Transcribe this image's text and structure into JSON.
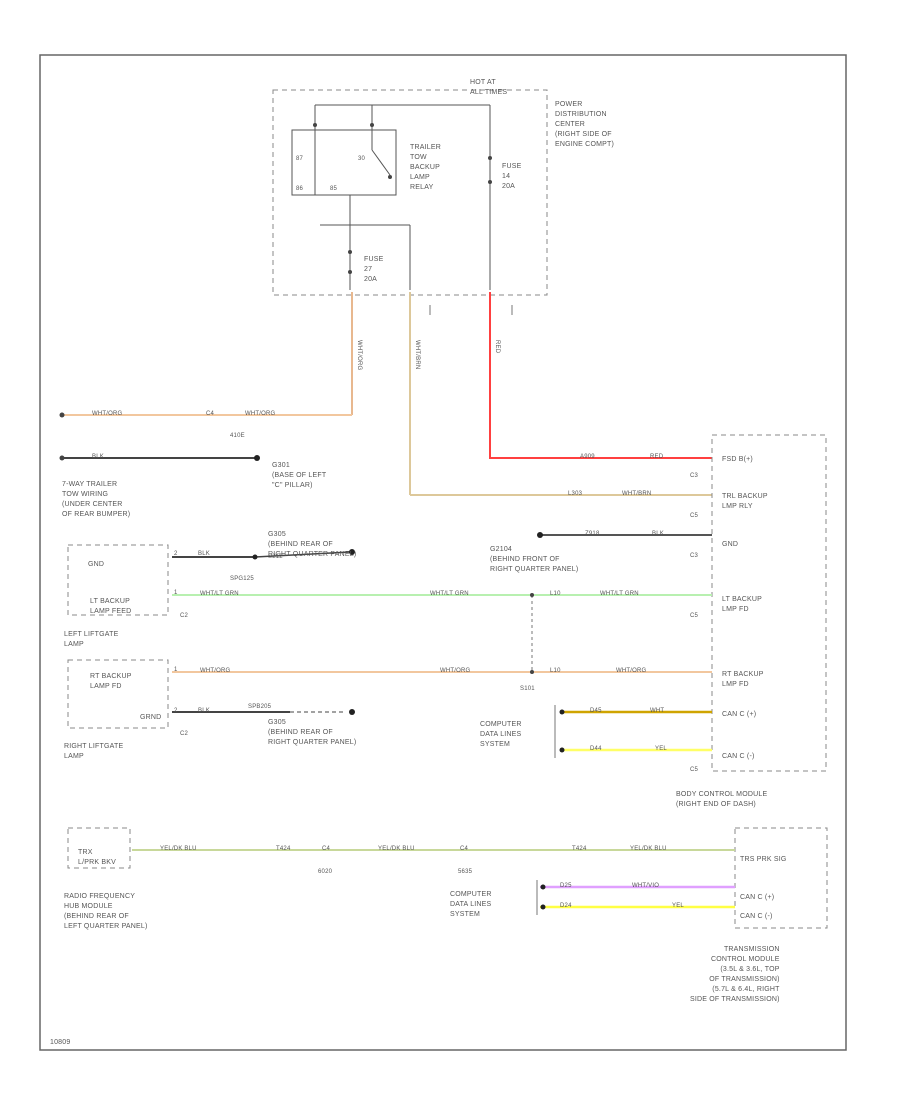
{
  "diagram_id": "10809",
  "colors": {
    "frame": "#666666",
    "dashed": "#888888",
    "wire_red": "#ff3b3b",
    "wire_tan": "#e8c39e",
    "wire_green": "#b8f0b0",
    "wire_yellow": "#ffff66",
    "wire_gold": "#cfa400",
    "wire_purple": "#e0a0ff",
    "wire_black": "#444444",
    "wire_orange": "#f2c79e"
  },
  "pdc": {
    "hot_label": "HOT AT\nALL TIMES",
    "name": "POWER\nDISTRIBUTION\nCENTER\n(RIGHT SIDE OF\nENGINE COMPT)",
    "relay_name": "TRAILER\nTOW\nBACKUP\nLAMP\nRELAY",
    "relay_pins": [
      "87",
      "30",
      "86",
      "85"
    ],
    "fuse_a": "FUSE\n14\n20A",
    "fuse_b": "FUSE\n27\n20A"
  },
  "wires": {
    "trlr_in": "WHT/ORG",
    "trlr_in2": "WHT/ORG",
    "trlr_in_conn": "C4",
    "conn_410": "410E",
    "g_blk": "BLK",
    "g301": "G301\n(BASE OF LEFT\n\"C\" PILLAR)",
    "v_wht_org": "WHT/ORG",
    "v_wht_brn": "WHT/BRN",
    "v_red": "RED"
  },
  "trailer_conn": "7-WAY TRAILER\nTOW WIRING\n(UNDER CENTER\nOF REAR BUMPER)",
  "left_lamp": {
    "gnd": "GND",
    "gnd_wire": "BLK",
    "lt_backup": "LT BACKUP\nLAMP FEED",
    "conn": "C2",
    "name": "LEFT LIFTGATE\nLAMP",
    "pin1": "1",
    "pin2": "2"
  },
  "right_lamp": {
    "rt_backup": "RT BACKUP\nLAMP FD",
    "gnd": "GRND",
    "conn": "C2",
    "name": "RIGHT LIFTGATE\nLAMP",
    "pin1": "1",
    "pin2": "2"
  },
  "g_left": {
    "label": "G305\n(BEHIND REAR OF\nRIGHT QUARTER PANEL)",
    "wire": "BLK",
    "node": "S212",
    "splice": "SPG125"
  },
  "g_right": {
    "label": "G305\n(BEHIND REAR OF\nRIGHT QUARTER PANEL)",
    "wire": "BLK",
    "splice": "SPB205"
  },
  "g_bcm": "G2104\n(BEHIND FRONT OF\nRIGHT QUARTER PANEL)",
  "bcm": {
    "name": "BODY CONTROL MODULE\n(RIGHT END OF DASH)",
    "pins": [
      "FSD B(+)",
      "TRL BACKUP\nLMP RLY",
      "GND",
      "LT BACKUP\nLMP FD",
      "RT BACKUP\nLMP FD",
      "CAN C (+)",
      "CAN C (-)"
    ],
    "conns": [
      "C3",
      "C5",
      "C3",
      "C5",
      "C5"
    ],
    "wire_codes": {
      "red": "A909",
      "red_color": "RED",
      "tan_code": "L303",
      "tan_color": "WHT/BRN",
      "gnd_code": "Z918",
      "gnd_color": "BLK",
      "lt_code": "L10",
      "lt_color": "WHT/LT GRN",
      "rt_code": "L10",
      "rt_color": "WHT/ORG",
      "can_p_code": "D45",
      "can_p_color": "WHT",
      "can_n_code": "D44",
      "can_n_color": "YEL"
    }
  },
  "splices": {
    "s101": "S101",
    "lt_mid": "WHT/LT GRN",
    "rt_mid": "WHT/ORG",
    "lt_left": "WHT/LT GRN",
    "rt_left": "WHT/ORG"
  },
  "comp_data_1": "COMPUTER\nDATA LINES\nSYSTEM",
  "comp_data_2": "COMPUTER\nDATA LINES\nSYSTEM",
  "rfh": {
    "pin": "TRX\nL/PRK BKV",
    "wire1": "YEL/DK BLU",
    "code1": "T424",
    "conn1": "C4",
    "wire2": "YEL/DK BLU",
    "conn2": "C4",
    "code2": "T424",
    "wire3": "YEL/DK BLU",
    "conn_lbl1": "6020",
    "conn_lbl2": "5635",
    "name": "RADIO FREQUENCY\nHUB MODULE\n(BEHIND REAR OF\nLEFT QUARTER PANEL)"
  },
  "tcm": {
    "pins": [
      "TRS PRK SIG",
      "CAN C (+)",
      "CAN C (-)"
    ],
    "can_p_code": "D25",
    "can_p_color": "WHT/VIO",
    "can_n_code": "D24",
    "can_n_color": "YEL",
    "name": "TRANSMISSION\nCONTROL MODULE\n(3.5L & 3.6L, TOP\nOF TRANSMISSION)\n(5.7L & 6.4L, RIGHT\nSIDE OF TRANSMISSION)"
  }
}
